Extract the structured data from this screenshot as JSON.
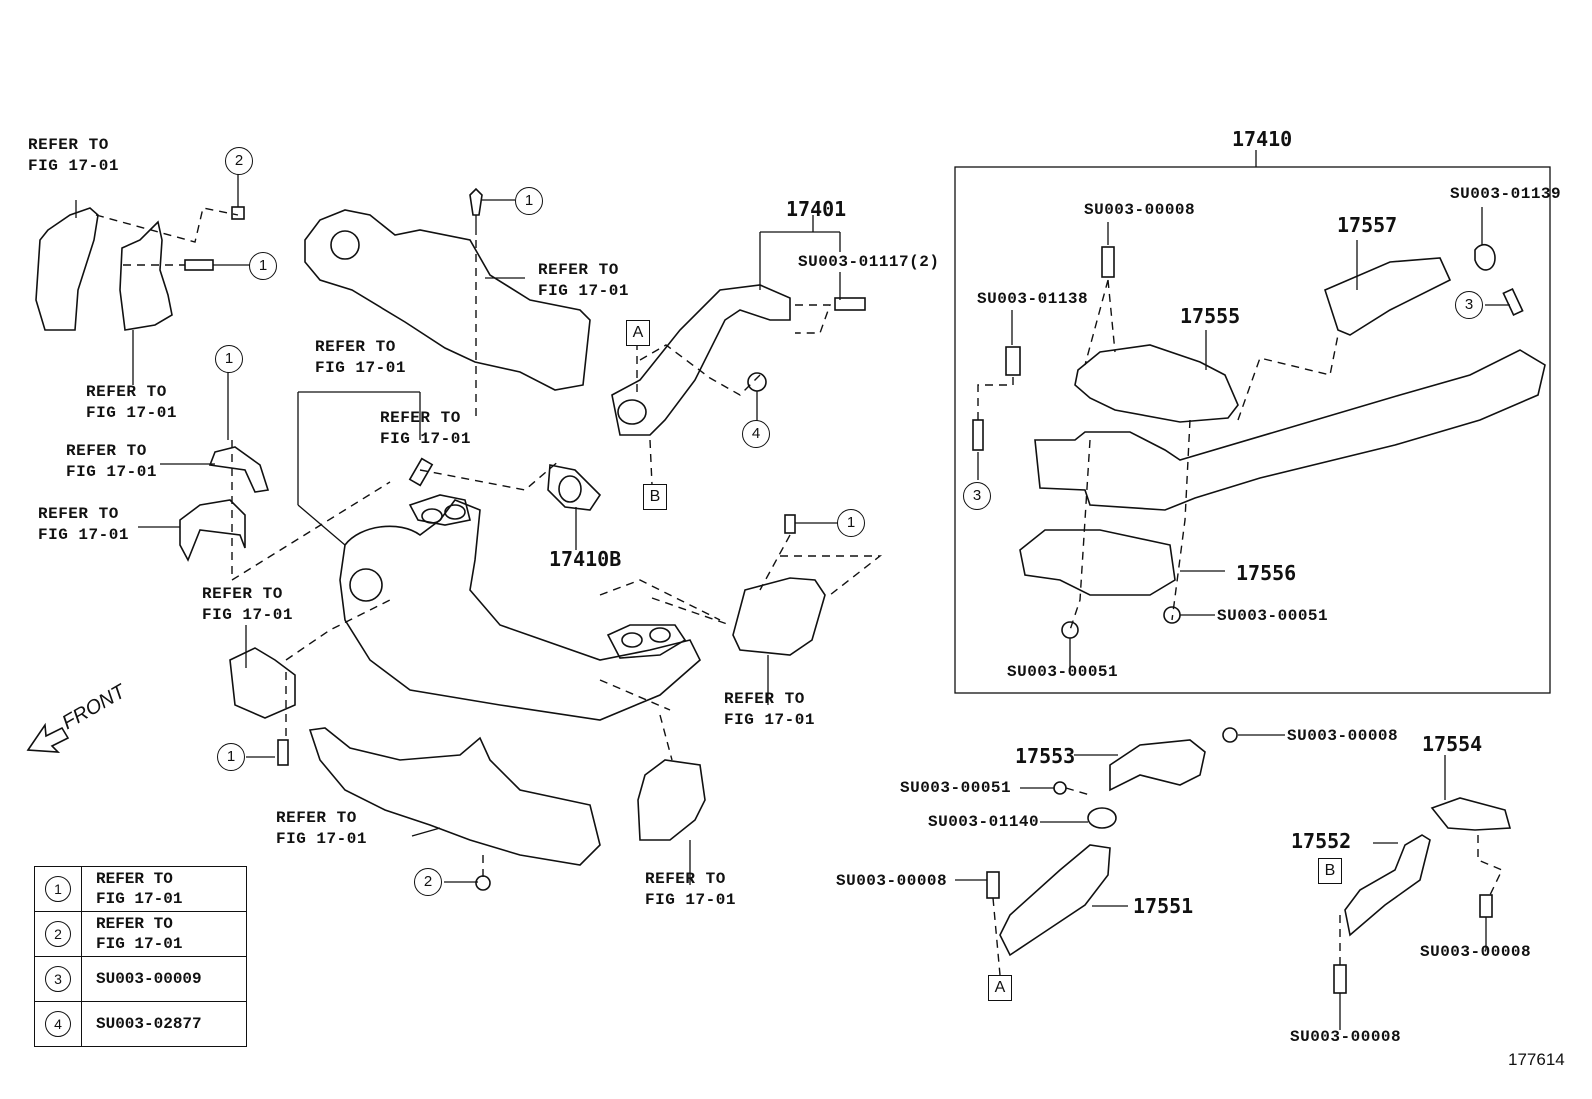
{
  "figure_id": "177614",
  "refer_text": "REFER TO\nFIG 17-01",
  "front_label": "FRONT",
  "part_numbers": {
    "assembly": "17410",
    "front_pipe": "17401",
    "gasket": "17410B",
    "cover_17557": "17557",
    "cover_17555": "17555",
    "cover_17556": "17556",
    "cover_17553": "17553",
    "cover_17554": "17554",
    "cover_17552": "17552",
    "cover_17551": "17551"
  },
  "hardware": {
    "stud_2": "SU003-01117(2)",
    "bolt_top": "SU003-00008",
    "clip_01138": "SU003-01138",
    "clamp_01139": "SU003-01139",
    "nut_right": "SU003-00051",
    "nut_bottom": "SU003-00051",
    "bolt_17554": "SU003-00008",
    "nut_17553": "SU003-00051",
    "clamp_01140": "SU003-01140",
    "bolt_17551": "SU003-00008",
    "bolt_17554_low": "SU003-00008",
    "bolt_17552_low": "SU003-00008"
  },
  "callouts": {
    "c1": "1",
    "c2": "2",
    "c3": "3",
    "c4": "4"
  },
  "ref_boxes": {
    "a": "A",
    "b": "B"
  },
  "legend": [
    {
      "num": "1",
      "text": "REFER TO\nFIG 17-01"
    },
    {
      "num": "2",
      "text": "REFER TO\nFIG 17-01"
    },
    {
      "num": "3",
      "text": "SU003-00009"
    },
    {
      "num": "4",
      "text": "SU003-02877"
    }
  ]
}
